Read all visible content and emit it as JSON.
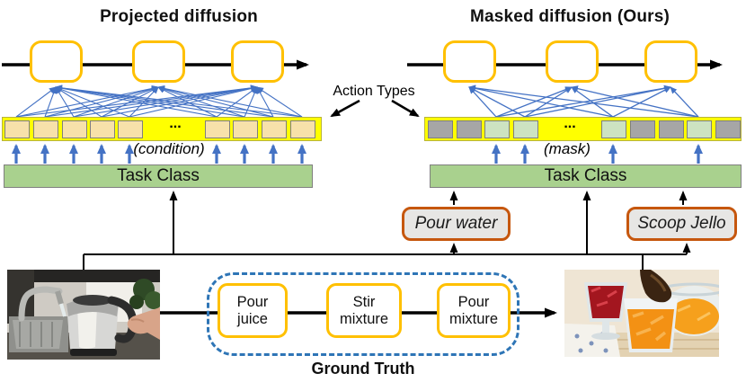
{
  "left_panel": {
    "title": "Projected diffusion",
    "ellipsis": "...",
    "strip_label": "(condition)",
    "task_class": "Task Class",
    "cells": [
      "token",
      "token",
      "token",
      "token",
      "token",
      "token",
      "token",
      "token",
      "token"
    ]
  },
  "right_panel": {
    "title": "Masked diffusion (Ours)",
    "ellipsis": "...",
    "strip_label": "(mask)",
    "task_class": "Task Class",
    "cells": [
      "masked",
      "masked",
      "visible",
      "visible",
      "visible",
      "masked",
      "masked",
      "visible",
      "masked"
    ]
  },
  "action_types_label": "Action Types",
  "action_boxes": {
    "left": "Pour water",
    "right": "Scoop Jello"
  },
  "ground_truth": {
    "label": "Ground Truth",
    "steps": [
      [
        "Pour",
        "juice"
      ],
      [
        "Stir",
        "mixture"
      ],
      [
        "Pour",
        "mixture"
      ]
    ]
  },
  "colors": {
    "box_border_yellow": "#FFC000",
    "strip_background": "#FFFF00",
    "token_cell": "#F7E1AA",
    "masked_cell": "#A6A6A6",
    "visible_cell": "#CDE3C1",
    "cell_border": "#7F7F7F",
    "task_class_green": "#A9D18E",
    "connection_blue": "#4472C4",
    "action_border_orange": "#C6570E",
    "action_fill": "#E7E6E4",
    "ground_truth_dash_blue": "#2E75B6"
  }
}
